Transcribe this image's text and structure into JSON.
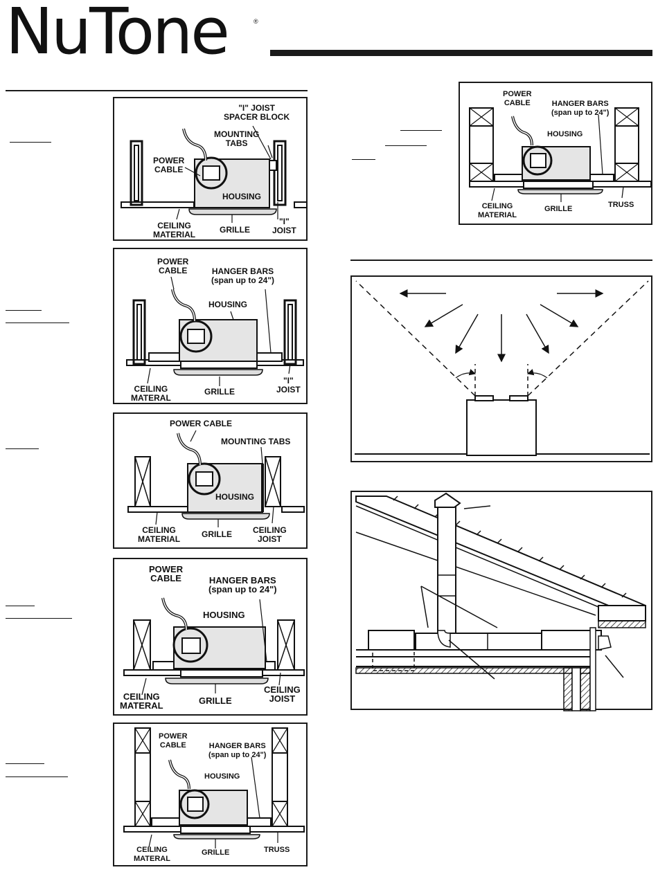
{
  "brand": {
    "name": "NuTone",
    "registered": "®"
  },
  "fig_i_joist": {
    "spacer_block": "\"I\" JOIST\nSPACER BLOCK",
    "mounting_tabs": "MOUNTING\nTABS",
    "power_cable": "POWER\nCABLE",
    "housing": "HOUSING",
    "ceiling_material": "CEILING\nMATERIAL",
    "grille": "GRILLE",
    "joist": "\"I\"\nJOIST"
  },
  "fig_i_joist_hanger": {
    "power_cable": "POWER\nCABLE",
    "hanger_bars": "HANGER BARS\n(span up to 24\")",
    "housing": "HOUSING",
    "ceiling_material": "CEILING\nMATERAL",
    "grille": "GRILLE",
    "joist": "\"I\"\nJOIST"
  },
  "fig_ceiling_joist": {
    "power_cable": "POWER CABLE",
    "mounting_tabs": "MOUNTING TABS",
    "housing": "HOUSING",
    "ceiling_material": "CEILING\nMATERIAL",
    "grille": "GRILLE",
    "ceiling_joist": "CEILING\nJOIST"
  },
  "fig_ceiling_joist_hanger": {
    "power_cable": "POWER\nCABLE",
    "hanger_bars": "HANGER BARS\n(span up to 24\")",
    "housing": "HOUSING",
    "ceiling_material": "CEILING\nMATERAL",
    "grille": "GRILLE",
    "ceiling_joist": "CEILING\nJOIST"
  },
  "fig_truss_left": {
    "power_cable": "POWER\nCABLE",
    "hanger_bars": "HANGER BARS\n(span up to 24\")",
    "housing": "HOUSING",
    "ceiling_material": "CEILING\nMATERAL",
    "grille": "GRILLE",
    "truss": "TRUSS"
  },
  "fig_truss_right": {
    "power_cable": "POWER\nCABLE",
    "hanger_bars": "HANGER BARS\n(span up to 24\")",
    "housing": "HOUSING",
    "ceiling_material": "CEILING\nMATERIAL",
    "grille": "GRILLE",
    "truss": "TRUSS"
  }
}
